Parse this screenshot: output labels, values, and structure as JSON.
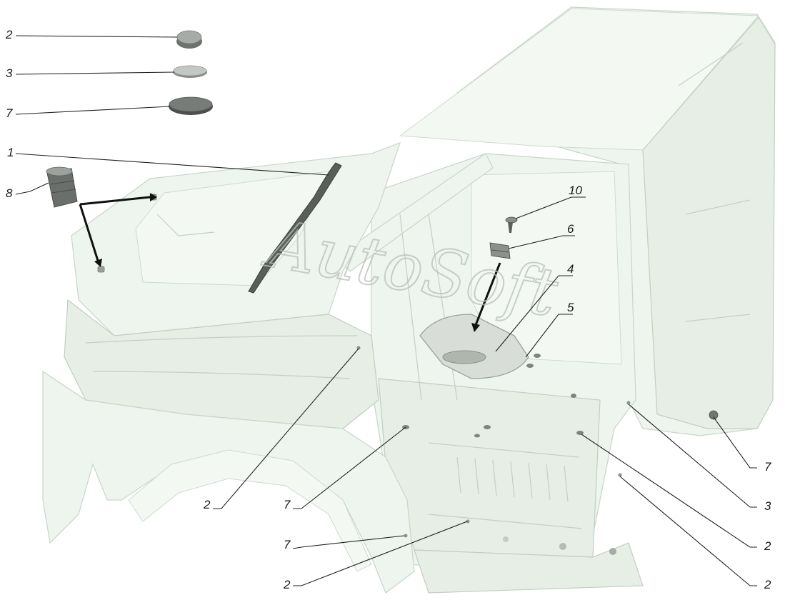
{
  "watermark": "AutoSoft",
  "callouts": {
    "c2_plug_top": "2",
    "c3_plug_top": "3",
    "c7_plug_top": "7",
    "c1_seal": "1",
    "c8_bumper": "8",
    "c10_screw": "10",
    "c6_clip": "6",
    "c4_cover": "4",
    "c5_cover": "5",
    "c2_door_pillar": "2",
    "c7_floor_left": "7",
    "c7_floor_bottom": "7",
    "c2_floor_bottom": "2",
    "c7_rear_right": "7",
    "c3_rear": "3",
    "c2_rear_floor": "2",
    "c2_rear_bottom": "2"
  }
}
